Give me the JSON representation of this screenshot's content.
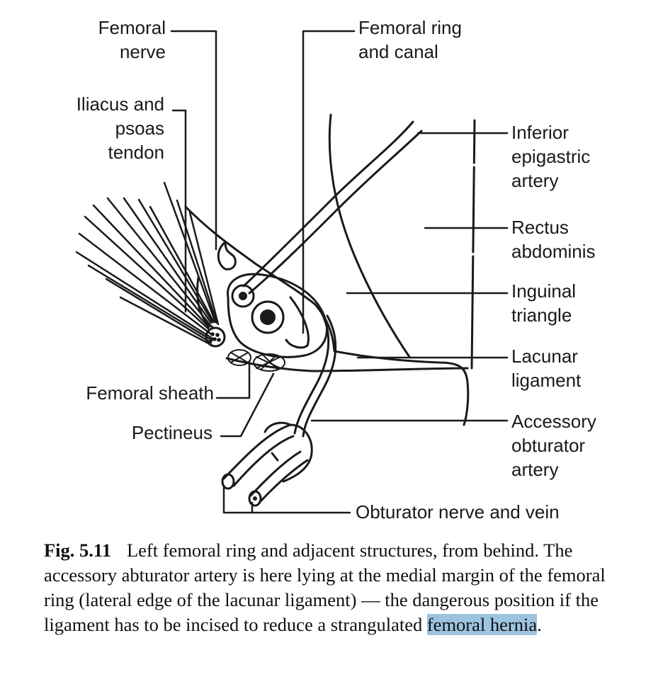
{
  "labels": {
    "femoral_nerve": "Femoral\nnerve",
    "femoral_ring": "Femoral ring\nand canal",
    "iliacus": "Iliacus and\npsoas\ntendon",
    "inferior_epigastric": "Inferior\nepigastric\nartery",
    "rectus": "Rectus\nabdominis",
    "inguinal": "Inguinal\ntriangle",
    "lacunar": "Lacunar\nligament",
    "femoral_sheath": "Femoral sheath",
    "pectineus": "Pectineus",
    "accessory_obturator": "Accessory\nobturator\nartery",
    "obturator_nerve": "Obturator nerve and vein"
  },
  "caption": {
    "fig_label": "Fig. 5.11",
    "text_main": "Left femoral ring and adjacent structures, from behind. The accessory abturator artery is here lying at the medial margin of the femoral ring (lateral edge of the lacunar ligament) — the dangerous position if the ligament has to be incised to reduce a strangulated ",
    "highlighted": "femoral hernia",
    "text_end": "."
  },
  "colors": {
    "ink": "#1a1a1a",
    "highlight": "#9cc3e0"
  }
}
